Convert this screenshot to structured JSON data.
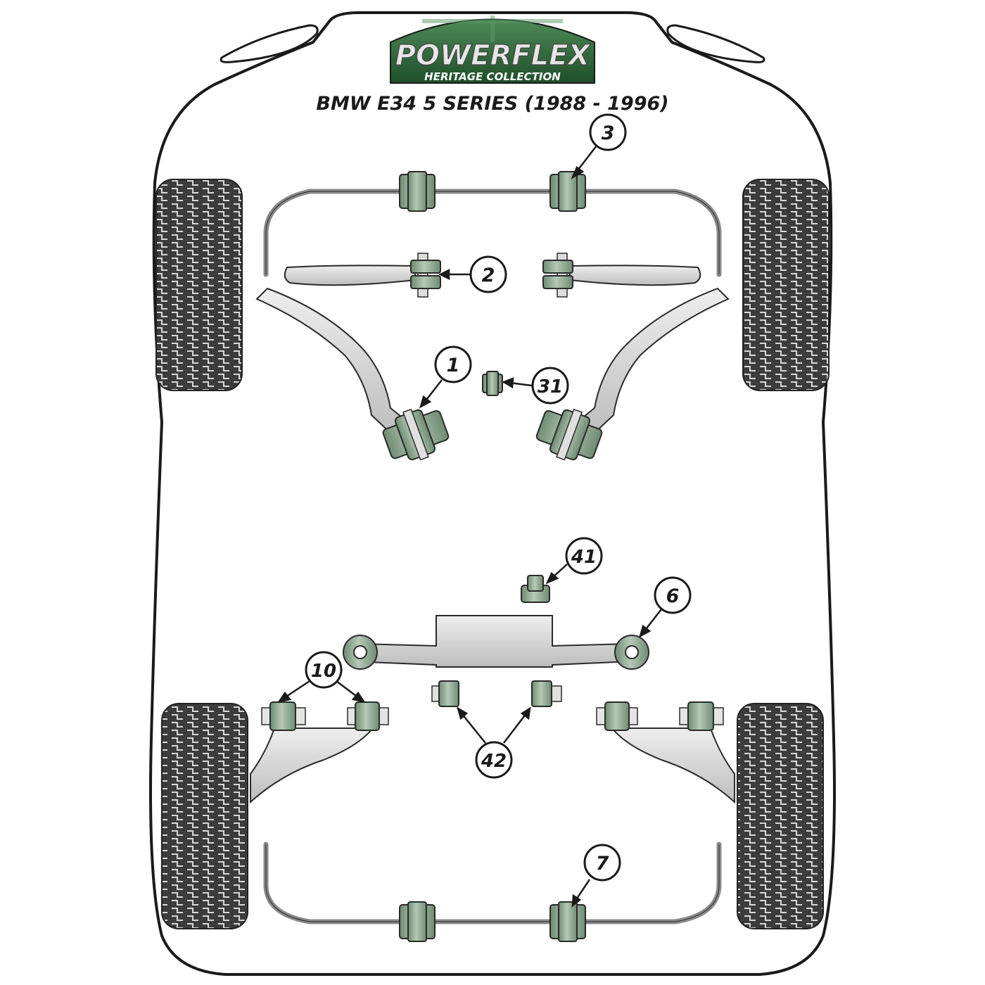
{
  "logo": {
    "brand": "POWERFLEX",
    "collection": "HERITAGE COLLECTION"
  },
  "title": "BMW E34 5 SERIES (1988 - 1996)",
  "callouts": [
    {
      "id": "c1",
      "label": "1"
    },
    {
      "id": "c2",
      "label": "2"
    },
    {
      "id": "c3",
      "label": "3"
    },
    {
      "id": "c6",
      "label": "6"
    },
    {
      "id": "c7",
      "label": "7"
    },
    {
      "id": "c10",
      "label": "10"
    },
    {
      "id": "c31",
      "label": "31"
    },
    {
      "id": "c41",
      "label": "41"
    },
    {
      "id": "c42",
      "label": "42"
    }
  ],
  "colors": {
    "outline": "#1a1a1a",
    "bush_green": "#9cb39e",
    "bush_dark": "#5f7a62",
    "metal": "#d8d8d8",
    "tyre": "#3a3a3a",
    "logo_green": "#2f6b3a"
  }
}
